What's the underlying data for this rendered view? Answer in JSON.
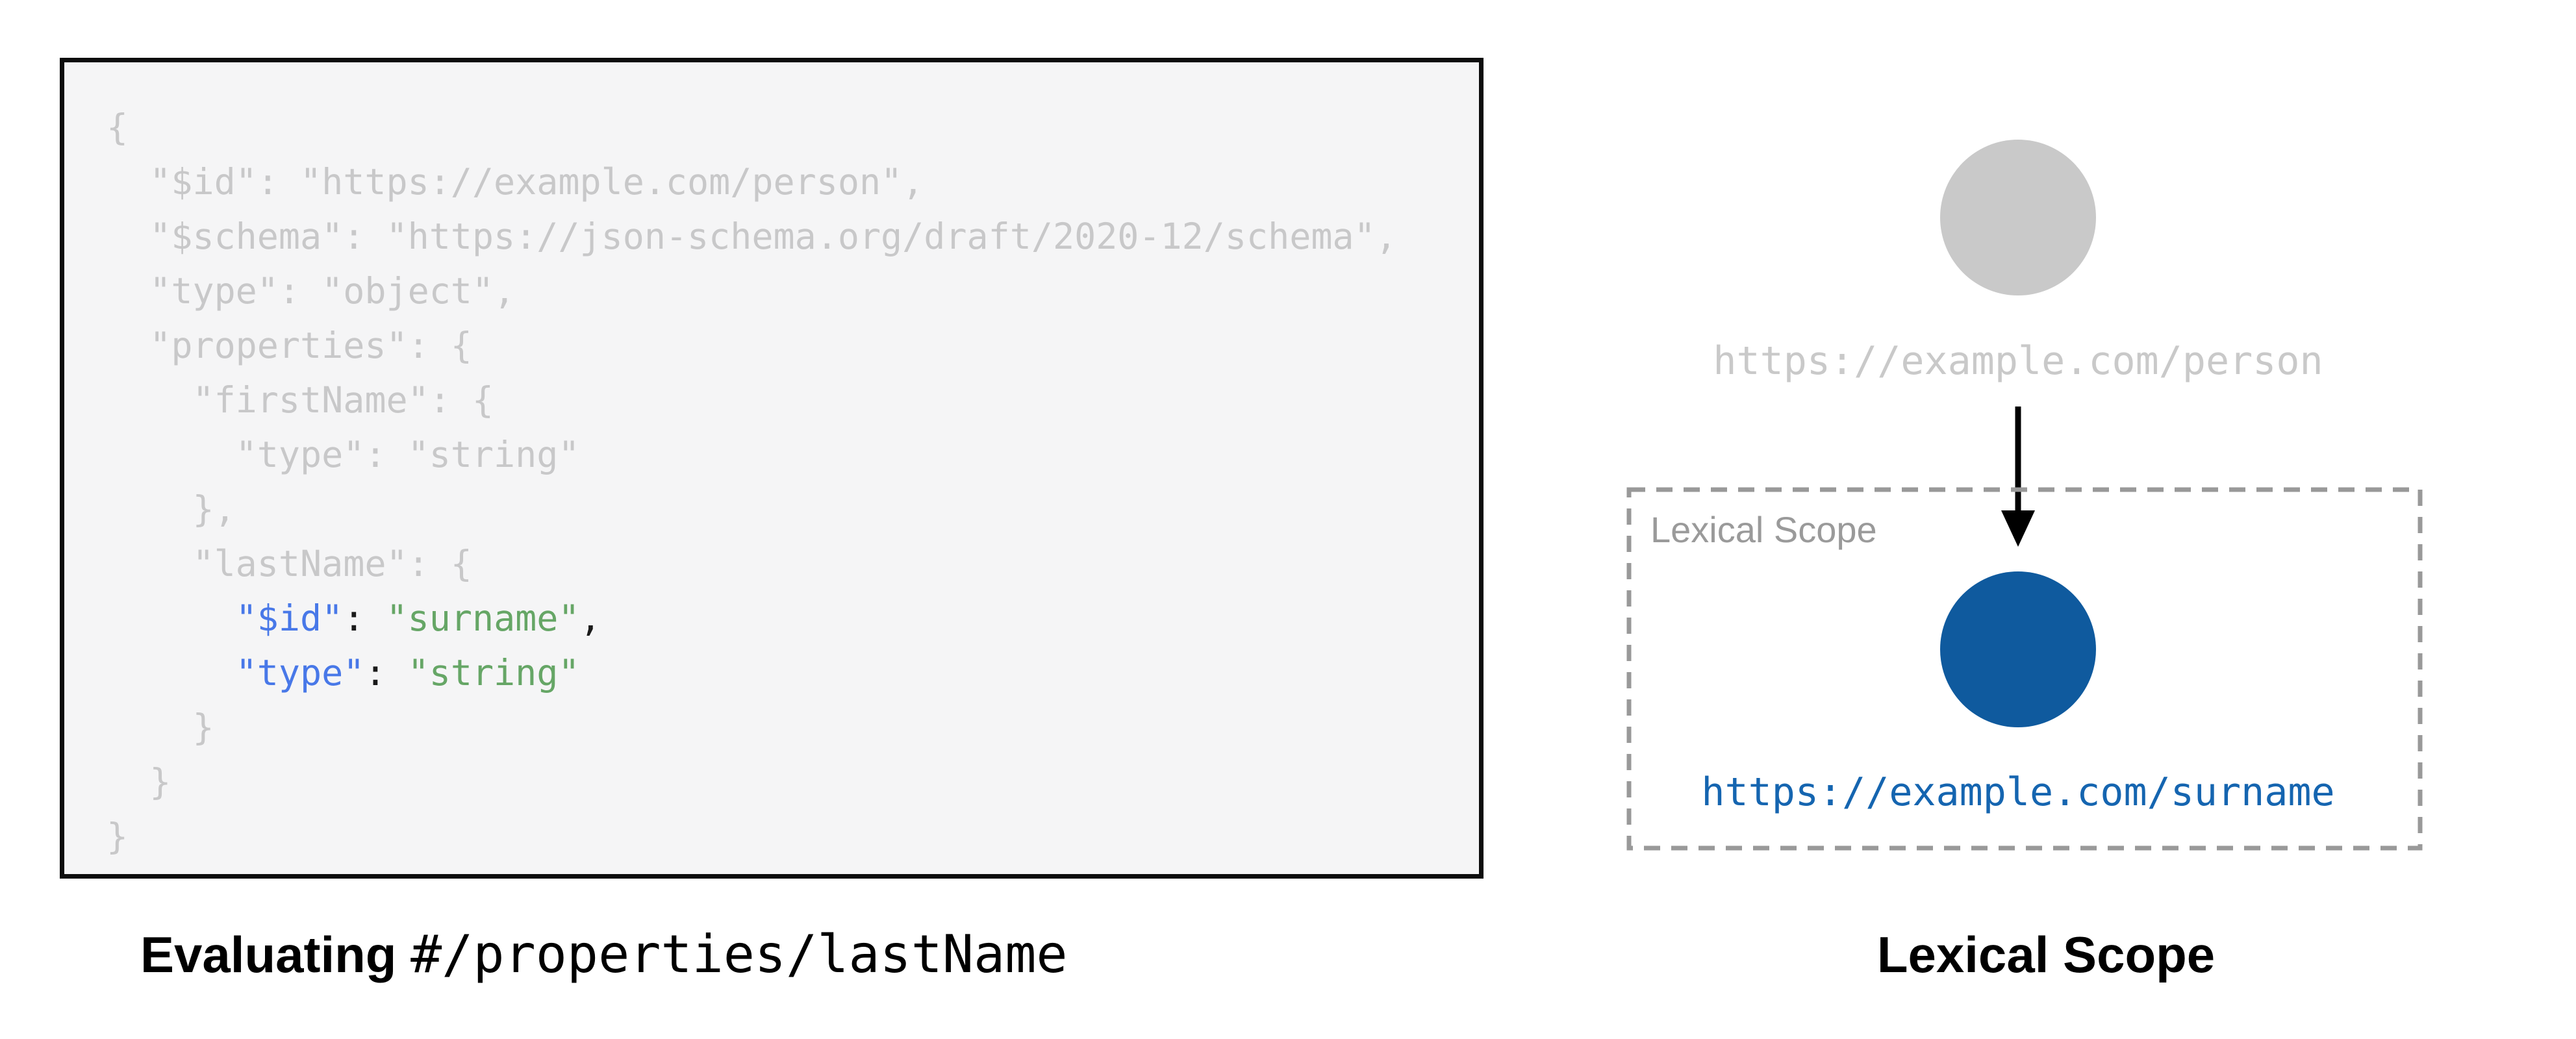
{
  "colors": {
    "page-bg": "#ffffff",
    "panel-bg": "#f5f5f6",
    "panel-border": "#0d0d0d",
    "code-muted": "#c8c8c9",
    "code-key": "#4878e8",
    "code-string": "#66a666",
    "code-plain": "#1a1a1a",
    "node-inactive": "#c9c9c9",
    "node-active": "#0f5a9e",
    "uri-inactive": "#c9c9c9",
    "uri-active": "#1565b0",
    "scope-border": "#999999",
    "scope-label": "#9a9a9a",
    "arrow": "#000000",
    "caption": "#000000"
  },
  "code_panel": {
    "lines": [
      [
        {
          "t": "{",
          "s": "muted"
        }
      ],
      [
        {
          "t": "  \"$id\": \"https://example.com/person\",",
          "s": "muted"
        }
      ],
      [
        {
          "t": "  \"$schema\": \"https://json-schema.org/draft/2020-12/schema\",",
          "s": "muted"
        }
      ],
      [
        {
          "t": "  \"type\": \"object\",",
          "s": "muted"
        }
      ],
      [
        {
          "t": "  \"properties\": {",
          "s": "muted"
        }
      ],
      [
        {
          "t": "    \"firstName\": {",
          "s": "muted"
        }
      ],
      [
        {
          "t": "      \"type\": \"string\"",
          "s": "muted"
        }
      ],
      [
        {
          "t": "    },",
          "s": "muted"
        }
      ],
      [
        {
          "t": "    \"lastName\": {",
          "s": "muted"
        }
      ],
      [
        {
          "t": "      ",
          "s": "muted"
        },
        {
          "t": "\"$id\"",
          "s": "key"
        },
        {
          "t": ": ",
          "s": "plain"
        },
        {
          "t": "\"surname\"",
          "s": "string"
        },
        {
          "t": ",",
          "s": "plain"
        }
      ],
      [
        {
          "t": "      ",
          "s": "muted"
        },
        {
          "t": "\"type\"",
          "s": "key"
        },
        {
          "t": ": ",
          "s": "plain"
        },
        {
          "t": "\"string\"",
          "s": "string"
        }
      ],
      [
        {
          "t": "    }",
          "s": "muted"
        }
      ],
      [
        {
          "t": "  }",
          "s": "muted"
        }
      ],
      [
        {
          "t": "}",
          "s": "muted"
        }
      ]
    ]
  },
  "left_caption": {
    "prefix": "Evaluating ",
    "path": "#/properties/lastName"
  },
  "right_diagram": {
    "parent_uri": "https://example.com/person",
    "scope_label": "Lexical Scope",
    "child_uri": "https://example.com/surname",
    "caption": "Lexical Scope"
  }
}
